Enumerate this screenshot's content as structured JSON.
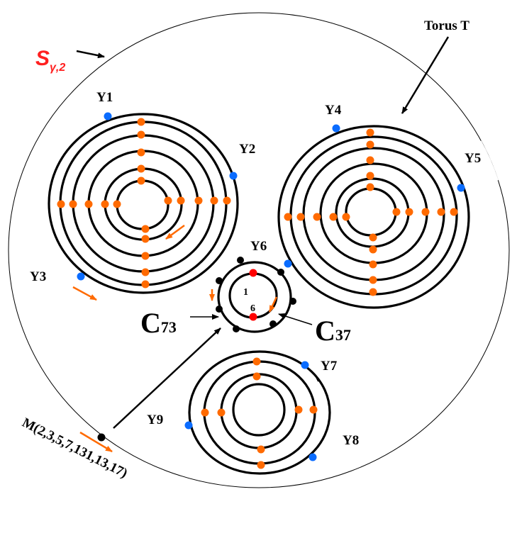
{
  "title_label": {
    "main": "S",
    "sub": "γ,2"
  },
  "torus_label": "Torus T",
  "points": {
    "y1": "Y1",
    "y2": "Y2",
    "y3": "Y3",
    "y4": "Y4",
    "y5": "Y5",
    "y6": "Y6",
    "y7": "Y7",
    "y8": "Y8",
    "y9": "Y9"
  },
  "cycles": {
    "c73": {
      "letter": "C",
      "index": "73"
    },
    "c37": {
      "letter": "C",
      "index": "37"
    }
  },
  "inner_numbers": {
    "top": "1",
    "bottom": "6"
  },
  "m_label": "M(2,3,5,7,131,13,17)",
  "colors": {
    "orange": "#ff6a00",
    "blue": "#0a6cff",
    "red": "#ff0000",
    "title": "#ff2020"
  }
}
